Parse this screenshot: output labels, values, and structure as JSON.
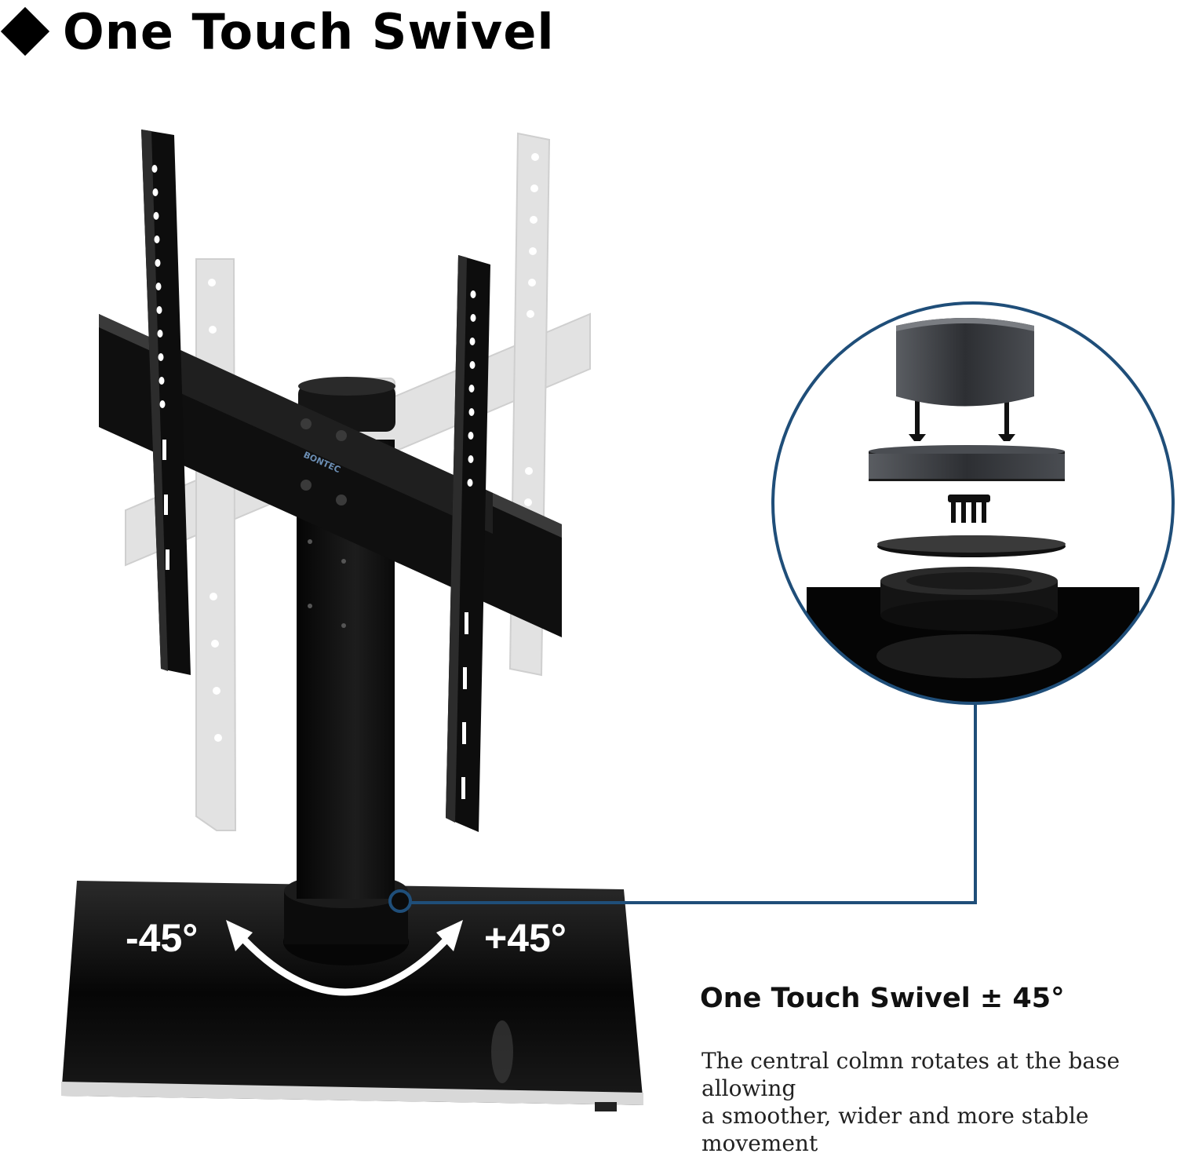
{
  "heading": {
    "title": "One Touch Swivel",
    "bullet_icon": "diamond-icon"
  },
  "product": {
    "brand_label": "BONTEC",
    "swivel_left_label": "-45°",
    "swivel_right_label": "+45°"
  },
  "detail": {
    "title": "One Touch Swivel ± 45°",
    "description_line1": "The central colmn rotates at the base allowing",
    "description_line2": "a smoother, wider and more stable movement"
  },
  "colors": {
    "accent": "#1f4e79",
    "stand": "#111111",
    "ghost": "#e3e3e3"
  }
}
